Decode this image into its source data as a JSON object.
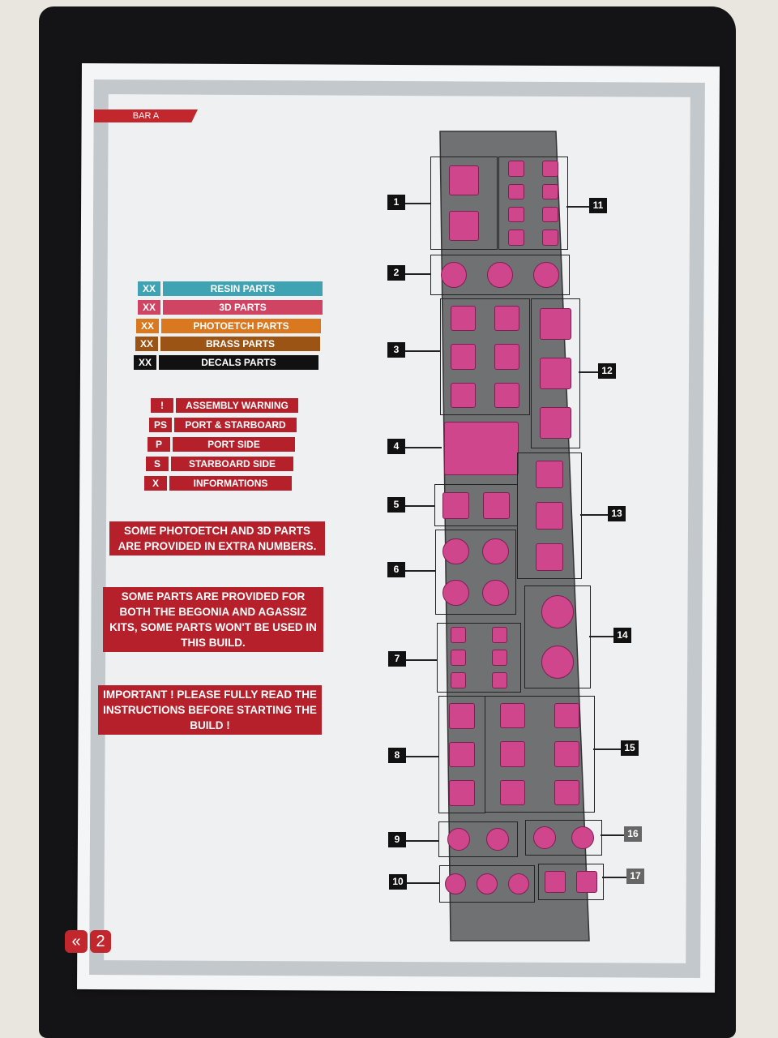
{
  "header": {
    "bar_label": "BAR A"
  },
  "legend_parts": [
    {
      "code": "XX",
      "label": "RESIN PARTS",
      "color": "#3fa3b3"
    },
    {
      "code": "XX",
      "label": "3D PARTS",
      "color": "#cf4462"
    },
    {
      "code": "XX",
      "label": "PHOTOETCH PARTS",
      "color": "#d9781e"
    },
    {
      "code": "XX",
      "label": "BRASS PARTS",
      "color": "#9c5415"
    },
    {
      "code": "XX",
      "label": "DECALS PARTS",
      "color": "#111111"
    }
  ],
  "legend_symbols": [
    {
      "code": "!",
      "label": "ASSEMBLY WARNING"
    },
    {
      "code": "PS",
      "label": "PORT & STARBOARD"
    },
    {
      "code": "P",
      "label": "PORT SIDE"
    },
    {
      "code": "S",
      "label": "STARBOARD SIDE"
    },
    {
      "code": "X",
      "label": "INFORMATIONS"
    }
  ],
  "notes": [
    "SOME PHOTOETCH AND 3D PARTS ARE PROVIDED IN EXTRA NUMBERS.",
    "SOME PARTS ARE PROVIDED FOR BOTH THE BEGONIA AND AGASSIZ KITS, SOME PARTS WON'T BE USED IN THIS BUILD.",
    "IMPORTANT ! PLEASE FULLY READ THE INSTRUCTIONS BEFORE STARTING THE BUILD !"
  ],
  "part_numbers": [
    "1",
    "2",
    "3",
    "4",
    "5",
    "6",
    "7",
    "8",
    "9",
    "10",
    "11",
    "12",
    "13",
    "14",
    "15",
    "16",
    "17"
  ],
  "footer": {
    "prev_icon": "«",
    "page_number": "2"
  },
  "colors": {
    "accent": "#c2272d",
    "part": "#d0468c",
    "sprue": "#6f7173"
  }
}
